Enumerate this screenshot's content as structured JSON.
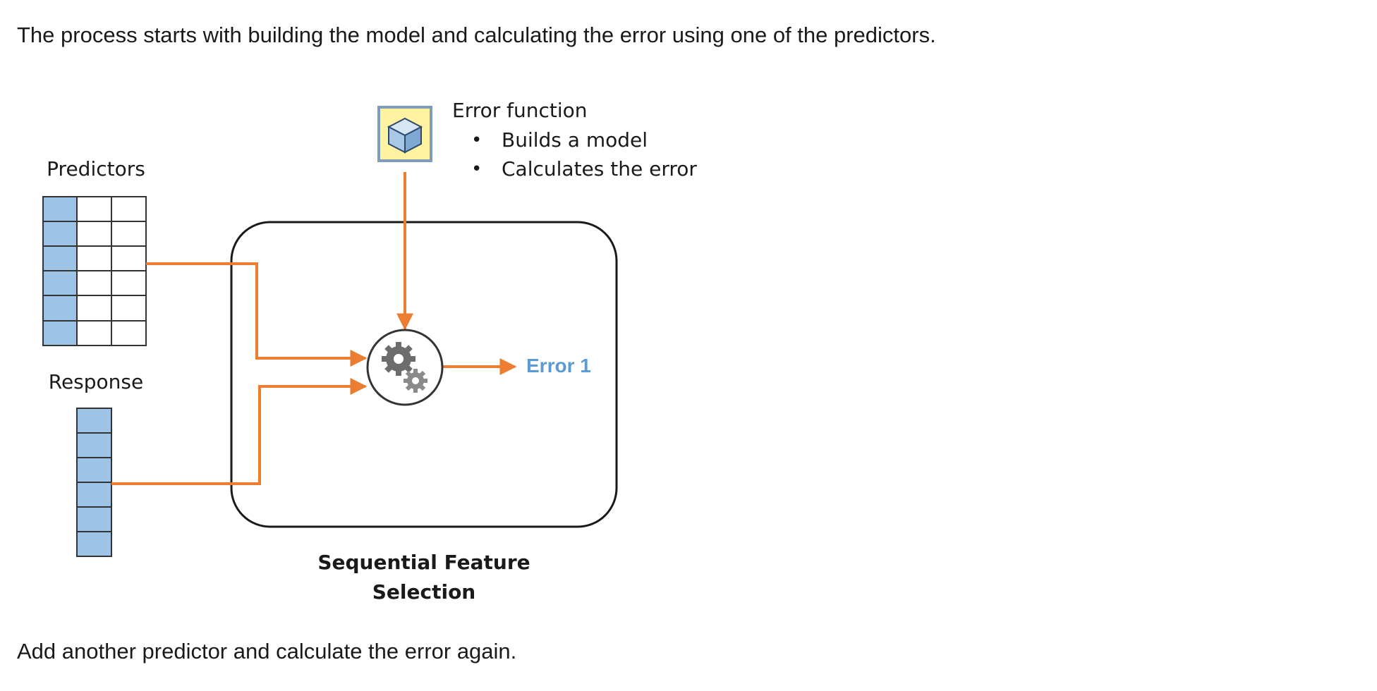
{
  "intro_text": "The process starts with building the model and calculating the error using one of the predictors.",
  "outro_text": "Add another predictor and calculate the error again.",
  "diagram": {
    "predictors_label": "Predictors",
    "response_label": "Response",
    "error_function": {
      "title": "Error function",
      "bullets": [
        "Builds a model",
        "Calculates the error"
      ]
    },
    "output_label": "Error 1",
    "box_title_line1": "Sequential Feature",
    "box_title_line2": "Selection",
    "colors": {
      "arrow": "#ED7D31",
      "cell_fill": "#9DC3E6",
      "output_text": "#5B9BD5",
      "icon_fill": "#FFF2A0",
      "icon_border": "#7F9DB9"
    },
    "icons": [
      "cube-icon",
      "gears-icon"
    ]
  }
}
